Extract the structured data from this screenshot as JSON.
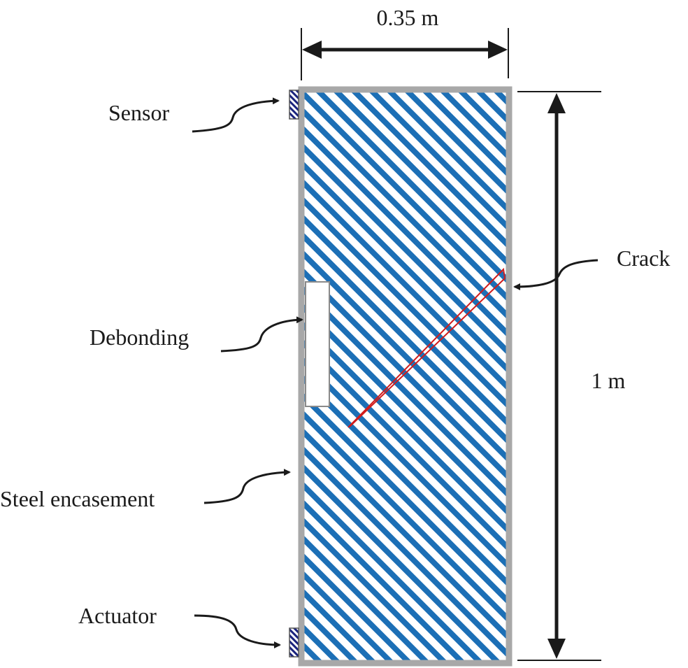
{
  "labels": {
    "width_dim": "0.35 m",
    "height_dim": "1 m",
    "sensor": "Sensor",
    "crack": "Crack",
    "debonding": "Debonding",
    "steel": "Steel encasement",
    "actuator": "Actuator"
  },
  "colors": {
    "hatch": "#1c6fb6",
    "encasement": "#a8a8a8",
    "crack": "#d01c1c",
    "ink": "#1a1a1a"
  }
}
